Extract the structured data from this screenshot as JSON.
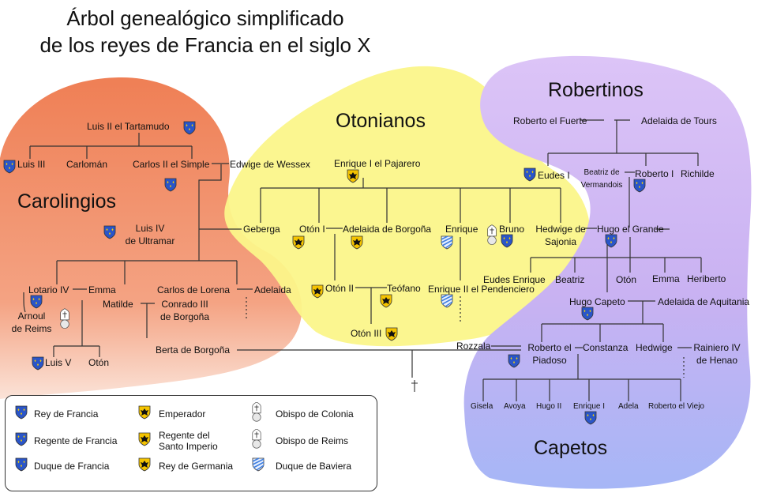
{
  "title_line1": "Árbol genealógico simplificado",
  "title_line2": "de los reyes de Francia en el siglo X",
  "groups": {
    "carolingios": "Carolingios",
    "otonianos": "Otonianos",
    "robertinos": "Robertinos",
    "capetos": "Capetos"
  },
  "colors": {
    "carolingios": "#f08a66",
    "otonianos": "#fbf58a",
    "robertinos": "#d6b8f5",
    "capetos": "#aab4f7",
    "royal_blue": "#2a55c8",
    "imperial_gold": "#f5c400",
    "bavaria_blue": "#3f7fe0"
  },
  "people": {
    "luis2": "Luis II el Tartamudo",
    "luis3": "Luis III",
    "carloman": "Carlomán",
    "carlos2": "Carlos II el Simple",
    "edwige": "Edwige de Wessex",
    "luis4_l1": "Luis IV",
    "luis4_l2": "de Ultramar",
    "gerberga": "Geberga",
    "lotario": "Lotario IV",
    "emma1": "Emma",
    "arnoul_l1": "Arnoul",
    "arnoul_l2": "de Reims",
    "matilde": "Matilde",
    "conrado_l1": "Conrado III",
    "conrado_l2": "de Borgoña",
    "carlos_lorena": "Carlos de Lorena",
    "adelaida1": "Adelaida",
    "berta": "Berta de Borgoña",
    "luis5": "Luis V",
    "oton_c": "Otón",
    "enrique1": "Enrique I el Pajarero",
    "oton1": "Otón I",
    "adelaida_borg": "Adelaida de Borgoña",
    "enrique_o": "Enrique",
    "bruno": "Bruno",
    "hedwige_l1": "Hedwige de",
    "hedwige_l2": "Sajonia",
    "oton2": "Otón II",
    "teofano": "Teófano",
    "enrique2": "Enrique II el Pendenciero",
    "oton3": "Otón III",
    "roberto_fuerte": "Roberto el Fuerte",
    "adelaida_tours": "Adelaida de Tours",
    "eudes1": "Eudes I",
    "beatriz_l1": "Beatriz de",
    "beatriz_l2": "Vermandois",
    "roberto1": "Roberto I",
    "richilde": "Richilde",
    "hugo_grande": "Hugo el Grande",
    "eudes_enrique": "Eudes Enrique",
    "beatriz": "Beatriz",
    "oton_r": "Otón",
    "emma2": "Emma",
    "heriberto": "Heriberto",
    "hugo_capeto": "Hugo Capeto",
    "adelaida_aquit": "Adelaida de Aquitania",
    "rozzala": "Rozzala",
    "roberto_piadoso_l1": "Roberto el",
    "roberto_piadoso_l2": "Piadoso",
    "constanza": "Constanza",
    "hedwige2": "Hedwige",
    "rainiero_l1": "Rainiero IV",
    "rainiero_l2": "de Henao",
    "gisela": "Gisela",
    "avoya": "Avoya",
    "hugo2": "Hugo II",
    "enrique_cap": "Enrique I",
    "adela": "Adela",
    "roberto_viejo": "Roberto el Viejo"
  },
  "legend": {
    "rey_francia": "Rey de Francia",
    "regente_francia": "Regente de Francia",
    "duque_francia": "Duque de Francia",
    "emperador": "Emperador",
    "regente_imperio_l1": "Regente del",
    "regente_imperio_l2": "Santo Imperio",
    "rey_germania": "Rey de Germania",
    "obispo_colonia": "Obispo de Colonia",
    "obispo_reims": "Obispo de Reims",
    "duque_baviera": "Duque de Baviera"
  },
  "icons": [
    "fleur-de-lis-shield-icon",
    "imperial-eagle-shield-icon",
    "bishop-mitre-icon",
    "bavaria-lozenge-shield-icon",
    "dagger-cross-icon"
  ]
}
